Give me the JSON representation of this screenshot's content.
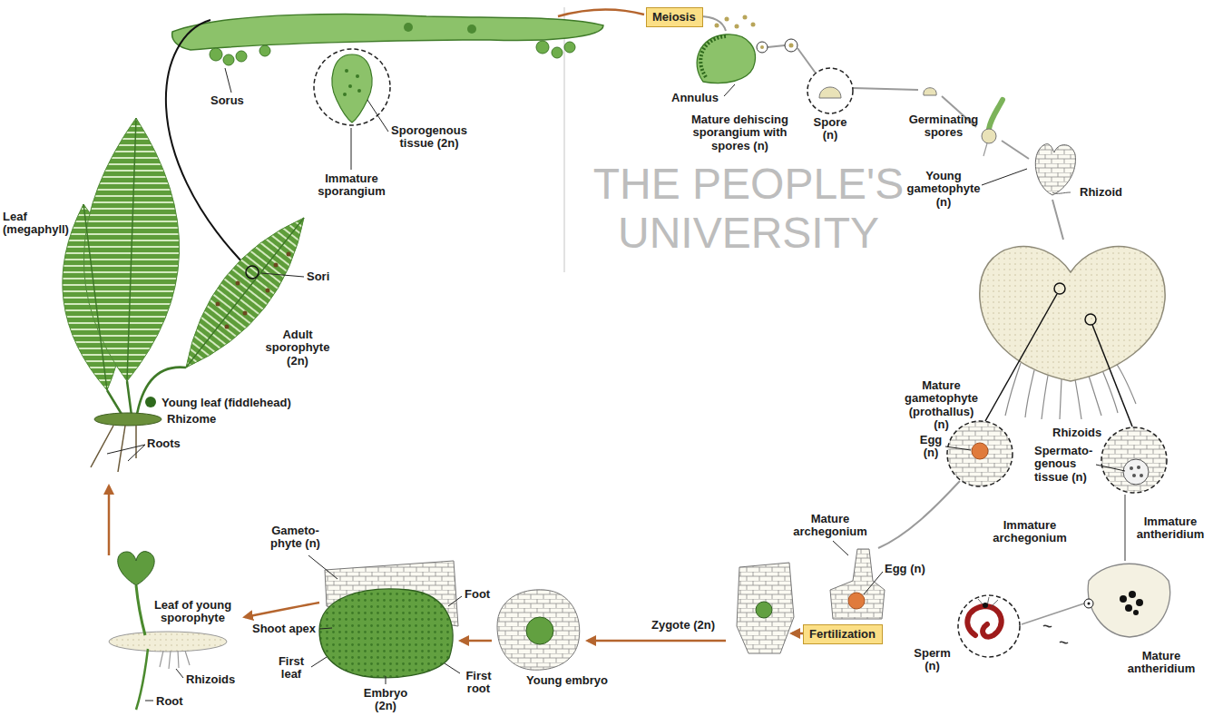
{
  "diagram": {
    "nodes": [
      {
        "text": [
          "Meiosis"
        ]
      },
      {
        "text": [
          "Fertilization"
        ]
      }
    ],
    "labels": [
      "Sorus",
      "Sporogenous tissue (2n)",
      "Immature sporangium",
      "Annulus",
      "Mature dehiscing sporangium with spores (n)",
      "Spore (n)",
      "Germinating spores",
      "Young gametophyte (n)",
      "Rhizoid",
      "Leaf (megaphyll)",
      "Sori",
      "Adult sporophyte (2n)",
      "Young leaf (fiddlehead)",
      "Rhizome",
      "Roots",
      "Mature gametophyte (prothallus) (n)",
      "Rhizoids",
      "Egg (n)",
      "Spermato- genous tissue (n)",
      "Immature archegonium",
      "Immature antheridium",
      "Mature archegonium",
      "Egg (n)",
      "Zygote (2n)",
      "Mature antheridium",
      "Sperm (n)",
      "Leaf of young sporophyte",
      "Gameto- phyte (n)",
      "Foot",
      "Shoot apex",
      "Rhizoids",
      "Root",
      "First leaf",
      "Embryo (2n)",
      "First root",
      "Young embryo",
      "THE PEOPLE'S",
      "UNIVERSITY"
    ]
  }
}
